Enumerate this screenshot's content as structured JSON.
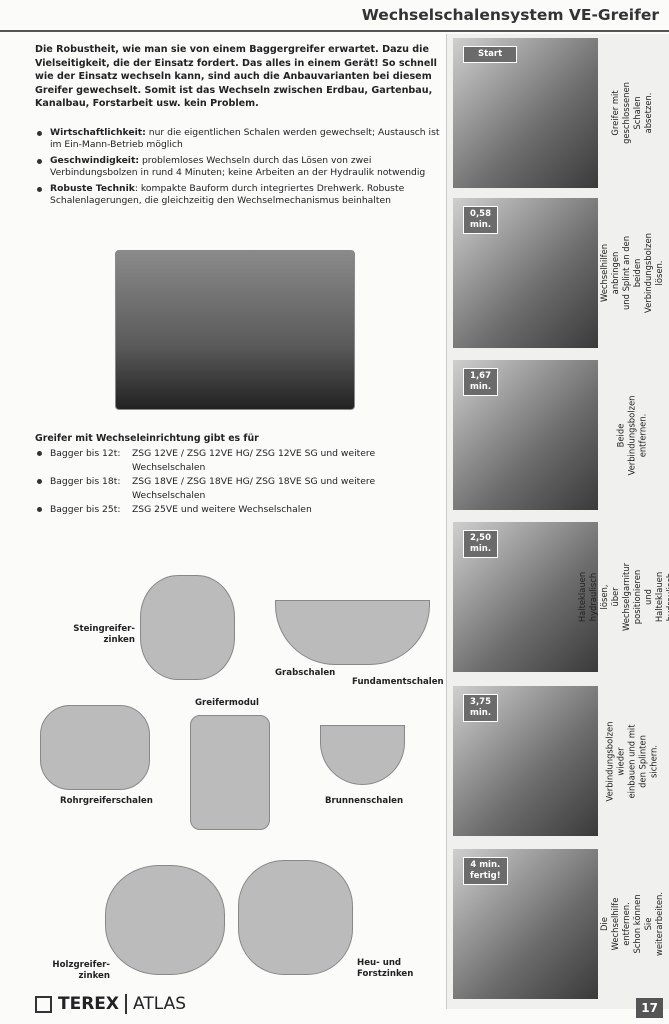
{
  "title": "Wechselschalensystem VE-Greifer",
  "intro": "Die Robustheit, wie man sie von einem Baggergreifer erwartet. Dazu die Vielseitigkeit, die der Einsatz fordert. Das alles in einem Gerät! So schnell wie der Einsatz wechseln kann, sind auch die Anbauvarianten bei diesem Greifer gewechselt. Somit ist das Wechseln zwischen Erdbau, Gartenbau, Kanalbau, Forstarbeit usw. kein Problem.",
  "bullets": [
    {
      "term": "Wirtschaftlichkeit:",
      "text": " nur die eigentlichen Schalen werden gewechselt; Austausch ist im Ein-Mann-Betrieb möglich"
    },
    {
      "term": "Geschwindigkeit:",
      "text": " problemloses Wechseln durch das Lösen von zwei Verbindungsbolzen in rund 4 Minuten; keine Arbeiten an der Hydraulik notwendig"
    },
    {
      "term": "Robuste Technik",
      "text": ": kompakte Bauform durch integriertes Drehwerk. Robuste Schalenlagerungen, die gleichzeitig den Wechselmechanismus beinhalten"
    }
  ],
  "variants_heading": "Greifer mit Wechseleinrichtung gibt es für",
  "variants": [
    {
      "key": "Bagger bis 12t:",
      "value": "ZSG 12VE / ZSG 12VE HG/ ZSG 12VE SG und weitere Wechselschalen"
    },
    {
      "key": "Bagger bis 18t:",
      "value": "ZSG 18VE / ZSG 18VE HG/ ZSG 18VE SG und weitere Wechselschalen"
    },
    {
      "key": "Bagger bis 25t:",
      "value": "ZSG 25VE und weitere Wechselschalen"
    }
  ],
  "tools": {
    "steingreifer": "Steingreifer-\nzinken",
    "grabschalen": "Grabschalen",
    "fundament": "Fundamentschalen",
    "modul": "Greifermodul",
    "rohr": "Rohrgreiferschalen",
    "brunnen": "Brunnenschalen",
    "holz": "Holzgreifer-\nzinken",
    "heu": "Heu- und\nForstzinken"
  },
  "steps": [
    {
      "badge": "Start",
      "caption": "Greifer mit geschlossenen\nSchalen absetzen."
    },
    {
      "badge": "0,58\nmin.",
      "caption": "Wechselhilfen anbringen\nund Splint an den beiden\nVerbindungsbolzen lösen."
    },
    {
      "badge": "1,67\nmin.",
      "caption": "Beide Verbindungsbolzen\nentfernen."
    },
    {
      "badge": "2,50\nmin.",
      "caption": "Halteklauen hydraulisch lösen,\nüber Wechselgarnitur\npositionieren und Halteklauen\nhydraulisch schliessen."
    },
    {
      "badge": "3,75\nmin.",
      "caption": "Verbindungsbolzen wieder\neinbauen und mit den Splinten\nsichern."
    },
    {
      "badge": "4 min.\nfertig!",
      "caption": "Die Wechselhilfe entfernen.\nSchon können Sie\nweiterarbeiten."
    }
  ],
  "logo": {
    "brand": "TEREX",
    "sub": "ATLAS"
  },
  "page_number": "17"
}
